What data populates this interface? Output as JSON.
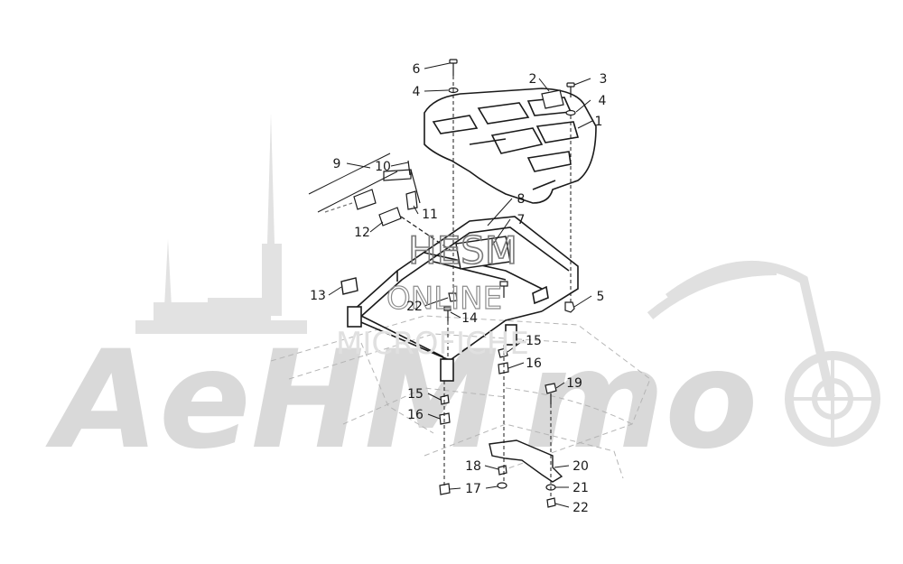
{
  "watermark": {
    "brand": "AeHM",
    "brand_tail": "mo",
    "overlay_top": "HESM",
    "overlay_mid": "ONLINE",
    "overlay_bottom": "MICROFICHE"
  },
  "callouts": [
    {
      "id": "c1",
      "label": "1"
    },
    {
      "id": "c2",
      "label": "2"
    },
    {
      "id": "c3",
      "label": "3"
    },
    {
      "id": "c4a",
      "label": "4"
    },
    {
      "id": "c4b",
      "label": "4"
    },
    {
      "id": "c5",
      "label": "5"
    },
    {
      "id": "c6",
      "label": "6"
    },
    {
      "id": "c7",
      "label": "7"
    },
    {
      "id": "c8",
      "label": "8"
    },
    {
      "id": "c9",
      "label": "9"
    },
    {
      "id": "c10",
      "label": "10"
    },
    {
      "id": "c11",
      "label": "11"
    },
    {
      "id": "c12",
      "label": "12"
    },
    {
      "id": "c13",
      "label": "13"
    },
    {
      "id": "c14",
      "label": "14"
    },
    {
      "id": "c15a",
      "label": "15"
    },
    {
      "id": "c15b",
      "label": "15"
    },
    {
      "id": "c16a",
      "label": "16"
    },
    {
      "id": "c16b",
      "label": "16"
    },
    {
      "id": "c17",
      "label": "17"
    },
    {
      "id": "c18",
      "label": "18"
    },
    {
      "id": "c19",
      "label": "19"
    },
    {
      "id": "c20",
      "label": "20"
    },
    {
      "id": "c21",
      "label": "21"
    },
    {
      "id": "c22a",
      "label": "22"
    },
    {
      "id": "c22b",
      "label": "22"
    }
  ],
  "colors": {
    "line": "#1a1a1a",
    "watermark": "#d9d9d9",
    "ghost": "#b0b0b0"
  }
}
